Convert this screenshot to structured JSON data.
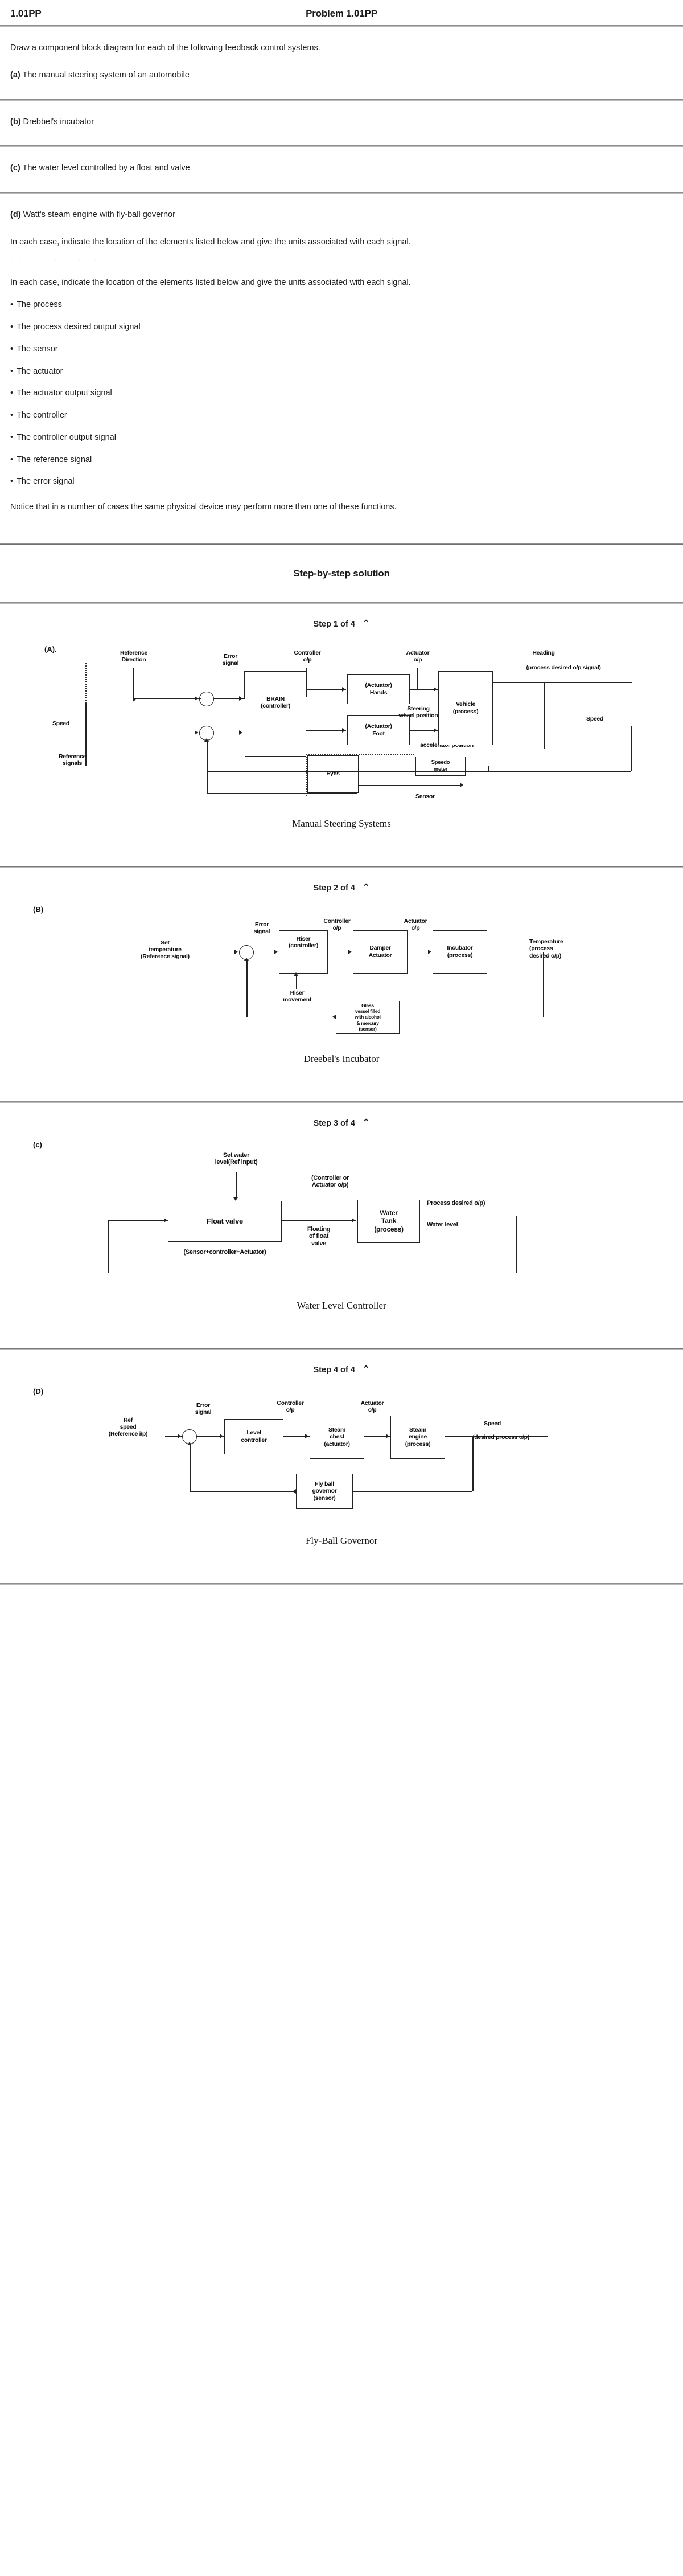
{
  "header": {
    "crumb": "1.01PP",
    "title_prefix": "Problem",
    "title_num": "1.01PP"
  },
  "problem": {
    "intro": "Draw a component block diagram for each of the following feedback control systems.",
    "parts": [
      {
        "tag": "(a)",
        "text": "The manual steering system of an automobile"
      },
      {
        "tag": "(b)",
        "text": "Drebbel's incubator"
      },
      {
        "tag": "(c)",
        "text": "The water level controlled by a float and valve"
      },
      {
        "tag": "(d)",
        "text": "Watt's steam engine with fly-ball governor"
      }
    ],
    "instruction": "In each case, indicate the location of the elements listed below and give the units associated with each signal.",
    "instruction_repeat": "In each case, indicate the location of the elements listed below and give the units associated with each signal.",
    "bullets": [
      "The process",
      "The process desired output signal",
      "The sensor",
      "The actuator",
      "The actuator output signal",
      "The controller",
      "The controller output signal",
      "The reference signal",
      "The error signal"
    ],
    "notice": "Notice that in a number of cases the same physical device may perform more than one of these functions."
  },
  "solution": {
    "heading": "Step-by-step solution",
    "chevron": "⌃",
    "steps": [
      {
        "label": "Step 1 of 4",
        "part_tag": "(A).",
        "caption": "Manual Steering Systems",
        "labels": {
          "reference_direction": "Reference\nDirection",
          "error_signal": "Error\nsignal",
          "controller_op": "Controller\no/p",
          "actuator_op": "Actuator\no/p",
          "heading": "Heading",
          "heading_sub": "(process desired o/p signal)",
          "speed": "Speed",
          "reference_signals": "Reference\nsignals",
          "speed_in": "Speed",
          "brain": "BRAIN\n(controller)",
          "hands": "(Actuator)\nHands",
          "foot": "(Actuator)\nFoot",
          "vehicle": "Vehicle\n(process)",
          "steering_wheel": "Steering\nwheel position",
          "brake_accel": "Brake\nor\naccelerator position",
          "eyes": "Eyes",
          "speedo": "Speedo\nmeter",
          "sensor": "Sensor"
        }
      },
      {
        "label": "Step 2 of 4",
        "part_tag": "(B)",
        "caption": "Dreebel's Incubator",
        "labels": {
          "set_temp": "Set\ntemperature\n(Reference signal)",
          "error_signal": "Error\nsignal",
          "controller_op": "Controller\no/p",
          "actuator_op": "Actuator\no/p",
          "riser_controller": "Riser\n(controller)",
          "damper_actuator": "Damper\nActuator",
          "incubator": "Incubator\n(process)",
          "temperature": "Temperature\n(process\ndesired o/p)",
          "riser_movement": "Riser\nmovement",
          "sensor_box": "Glass\nvessel filled\nwith alcohol\n& mercury\n(sensor)"
        }
      },
      {
        "label": "Step 3 of 4",
        "part_tag": "(c)",
        "caption": "Water Level Controller",
        "labels": {
          "set_water": "Set water\nlevel(Ref input)",
          "ctrl_act_op": "(Controller or\nActuator o/p)",
          "float_valve": "Float valve",
          "sensor_ctrl_act": "(Sensor+controller+Actuator)",
          "floating": "Floating\nof float\nvalve",
          "water_tank": "Water\nTank\n(process)",
          "process_desired": "Process desired o/p)",
          "water_level": "Water level"
        }
      },
      {
        "label": "Step 4 of 4",
        "part_tag": "(D)",
        "caption": "Fly-Ball Governor",
        "labels": {
          "ref_speed": "Ref\nspeed\n(Reference i/p)",
          "error_signal": "Error\nsignal",
          "controller_op": "Controller\no/p",
          "actuator_op": "Actuator\no/p",
          "level_controller": "Level\ncontroller",
          "steam_chest": "Steam\nchest\n(actuator)",
          "steam_engine": "Steam\nengine\n(process)",
          "speed": "Speed",
          "speed_sub": "(desired process o/p)",
          "fly_ball": "Fly ball\ngovernor\n(sensor)"
        }
      }
    ]
  }
}
